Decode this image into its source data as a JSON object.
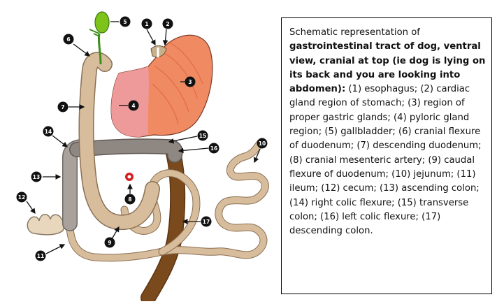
{
  "caption": {
    "intro": "Schematic representation of",
    "bold": "gastrointestinal tract of dog, ventral view, cranial at top (ie dog is lying on its back and you are looking into abdomen):",
    "rest": " (1) esophagus; (2) cardiac gland region of stomach; (3) region of proper gastric glands; (4) pyloric gland region; (5) gallbladder; (6) cranial flexure of duodenum; (7) descending duodenum; (8) cranial mesenteric artery; (9) caudal flexure of duodenum; (10) jejunum; (11) ileum; (12) cecum; (13) ascending colon;(14) right colic flexure; (15) transverse colon; (16) left colic flexure; (17) descending colon."
  },
  "markers": [
    "1",
    "2",
    "3",
    "4",
    "5",
    "6",
    "7",
    "8",
    "9",
    "10",
    "11",
    "12",
    "13",
    "14",
    "15",
    "16",
    "17"
  ],
  "colors": {
    "small_intestine": "#d7bd9b",
    "small_intestine_outline": "#8a7055",
    "stomach_fundus": "#f08a62",
    "stomach_pylorus": "#ef9a9a",
    "ascending_colon": "#a9a29c",
    "transverse_colon": "#8f8782",
    "descending_colon": "#7a4a1c",
    "gallbladder": "#7ec31a",
    "artery": "#d22020",
    "marker": "#111111"
  }
}
